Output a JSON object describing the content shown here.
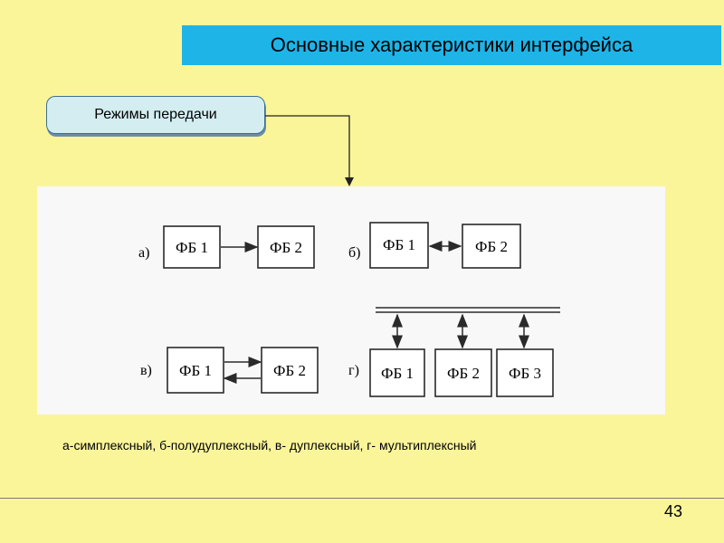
{
  "slide": {
    "title": "Основные характеристики интерфейса",
    "mode_label": "Режимы передачи",
    "caption": "а-симплексный, б-полудуплексный, в- дуплексный, г- мультиплексный",
    "page_number": "43"
  },
  "diagram": {
    "panel_a": {
      "label": "а)",
      "block1": "ФБ 1",
      "block2": "ФБ 2"
    },
    "panel_b": {
      "label": "б)",
      "block1": "ФБ 1",
      "block2": "ФБ 2"
    },
    "panel_v": {
      "label": "в)",
      "block1": "ФБ 1",
      "block2": "ФБ 2"
    },
    "panel_g": {
      "label": "г)",
      "block1": "ФБ 1",
      "block2": "ФБ 2",
      "block3": "ФБ 3"
    }
  },
  "colors": {
    "background": "#fbf59a",
    "title_bar": "#1eb4e8",
    "mode_box": "#d3edf1"
  }
}
